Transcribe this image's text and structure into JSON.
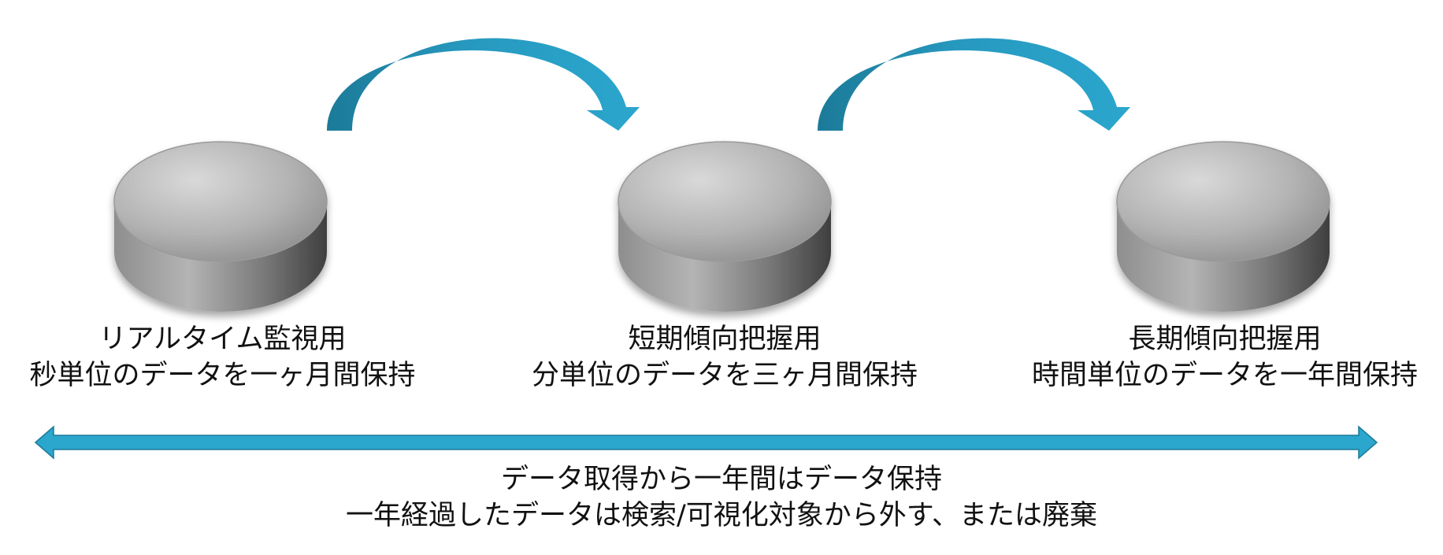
{
  "colors": {
    "arrow_fill": "#2ba6cd",
    "arrow_shade": "#1c7a98",
    "cylinder_light": "#d4d4d4",
    "cylinder_dark": "#4a4a4a"
  },
  "stores": [
    {
      "title": "リアルタイム監視用",
      "retention": "秒単位のデータを一ヶ月間保持"
    },
    {
      "title": "短期傾向把握用",
      "retention": "分単位のデータを三ヶ月間保持"
    },
    {
      "title": "長期傾向把握用",
      "retention": "時間単位のデータを一年間保持"
    }
  ],
  "flow_arrows": [
    {
      "from": 0,
      "to": 1
    },
    {
      "from": 1,
      "to": 2
    }
  ],
  "span_arrow": {
    "direction": "double"
  },
  "bottom_note": {
    "line1": "データ取得から一年間はデータ保持",
    "line2": "一年経過したデータは検索/可視化対象から外す、または廃棄"
  }
}
